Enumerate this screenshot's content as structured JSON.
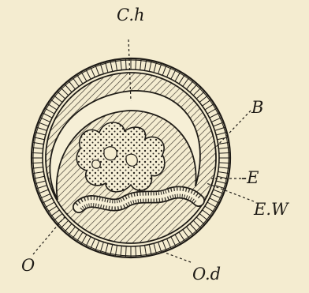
{
  "figure": {
    "labels": {
      "ch": "C.h",
      "b": "B",
      "e": "-E",
      "ew": "E.W",
      "o": "O",
      "od": "O.d"
    }
  }
}
